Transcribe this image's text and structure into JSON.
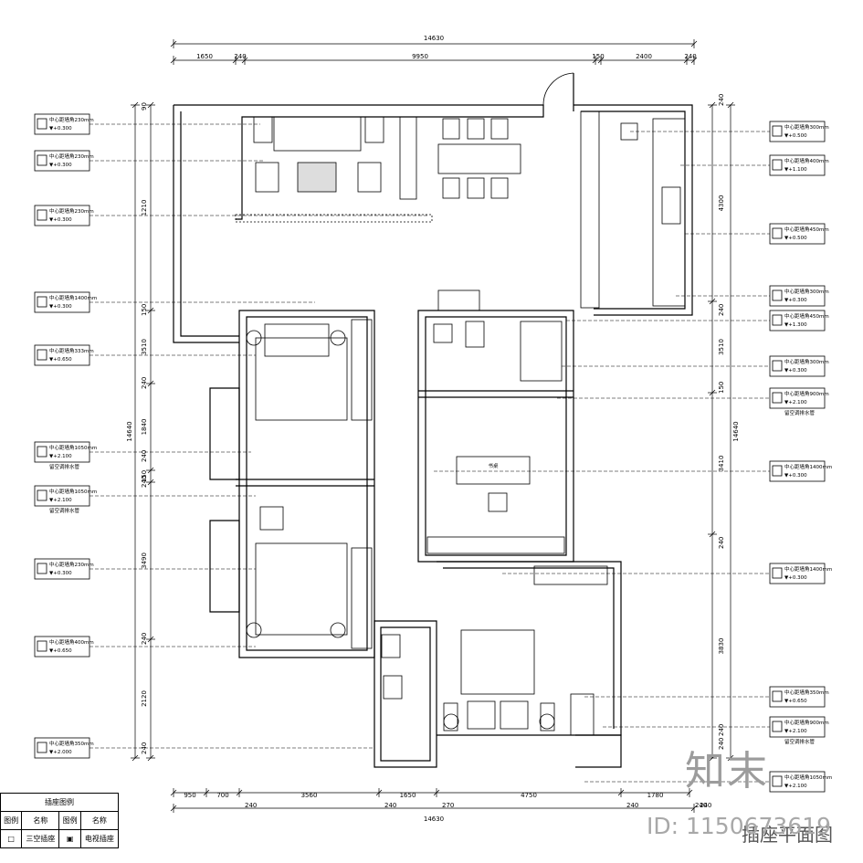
{
  "drawing_title": "插座平面图",
  "dimensions": {
    "top_total": "14630",
    "top_segments": [
      "1650",
      "240",
      "9950",
      "150",
      "2400",
      "240"
    ],
    "bottom_total": "14630",
    "bottom_segments": [
      "950",
      "700",
      "3560",
      "1650",
      "4750",
      "1780"
    ],
    "bottom_walls": [
      "240",
      "240",
      "270",
      "240",
      "240",
      "240"
    ],
    "left_total": "14640",
    "left_segments": [
      "1210",
      "3510",
      "1840",
      "150",
      "3490",
      "2120"
    ],
    "left_walls": [
      "90",
      "150",
      "240",
      "240",
      "240",
      "240",
      "240"
    ],
    "right_total": "14640",
    "right_segments": [
      "4300",
      "3510",
      "3410",
      "3830"
    ],
    "right_walls": [
      "240",
      "240",
      "150",
      "240",
      "240",
      "240"
    ]
  },
  "socket_tags_left": [
    {
      "note": "中心距墙角230mm",
      "height": "+0.300"
    },
    {
      "note": "中心距墙角230mm",
      "height": "+0.300"
    },
    {
      "note": "中心距墙角230mm",
      "height": "+0.300"
    },
    {
      "note": "中心距墙角1400mm",
      "height": "+0.300"
    },
    {
      "note": "中心距墙角333mm",
      "height": "+0.650"
    },
    {
      "note": "中心距墙角1050mm",
      "height": "+2.100",
      "extra": "留空调排水管"
    },
    {
      "note": "中心距墙角1050mm",
      "height": "+2.100",
      "extra": "留空调排水管"
    },
    {
      "note": "中心距墙角230mm",
      "height": "+0.300"
    },
    {
      "note": "中心距墙角400mm",
      "height": "+0.650"
    },
    {
      "note": "中心距墙角350mm",
      "height": "+2.000"
    }
  ],
  "socket_tags_right": [
    {
      "note": "中心距墙角300mm",
      "height": "+0.500"
    },
    {
      "note": "中心距墙角400mm",
      "height": "+1.100"
    },
    {
      "note": "中心距墙角450mm",
      "height": "+0.500"
    },
    {
      "note": "中心距墙角300mm",
      "height": "+0.300"
    },
    {
      "note": "中心距墙角450mm",
      "height": "+1.300"
    },
    {
      "note": "中心距墙角300mm",
      "height": "+0.300"
    },
    {
      "note": "中心距墙角900mm",
      "height": "+2.100",
      "extra": "留空调排水管"
    },
    {
      "note": "中心距墙角1400mm",
      "height": "+0.300"
    },
    {
      "note": "中心距墙角1400mm",
      "height": "+0.300"
    },
    {
      "note": "中心距墙角350mm",
      "height": "+0.650"
    },
    {
      "note": "中心距墙角900mm",
      "height": "+2.100",
      "extra": "留空调排水管"
    },
    {
      "note": "中心距墙角1050mm",
      "height": "+2.100"
    }
  ],
  "room_labels": {
    "study_desk": "书桌"
  },
  "legend": {
    "title": "插座图例",
    "col_name": "名称",
    "col_icon": "图例",
    "row1_name": "三空插座",
    "row1_name2": "电视插座"
  },
  "watermark": {
    "logo": "知末",
    "id": "ID: 1150673619"
  }
}
